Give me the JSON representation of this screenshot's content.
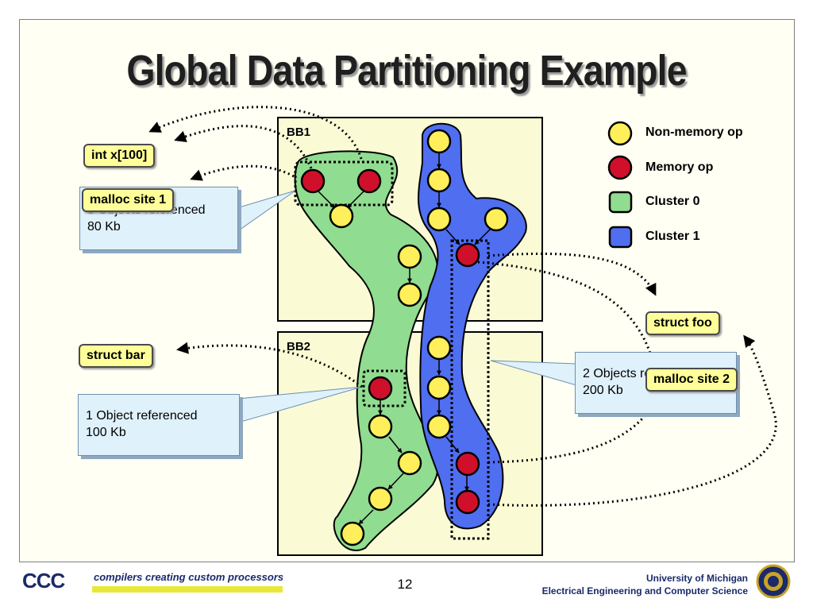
{
  "title": "Global Data Partitioning Example",
  "blocks": {
    "bb1": "BB1",
    "bb2": "BB2"
  },
  "tags": {
    "int_x": "int x[100]",
    "malloc_site_1": "malloc site 1",
    "struct_bar": "struct bar",
    "struct_foo": "struct foo",
    "malloc_site_2": "malloc site 2"
  },
  "notes": {
    "note1": [
      "3 Objects referenced",
      "80 Kb"
    ],
    "note2": [
      "1 Object referenced",
      "100 Kb"
    ],
    "note3": [
      "2 Objects referenced",
      "200 Kb"
    ]
  },
  "legend": [
    {
      "label": "Non-memory op",
      "color": "#ffef5a"
    },
    {
      "label": "Memory op",
      "color": "#d0102a"
    },
    {
      "label": "Cluster 0",
      "color": "#90dc90"
    },
    {
      "label": "Cluster 1",
      "color": "#4f6ef0"
    }
  ],
  "colors": {
    "cluster0": "#90dc90",
    "cluster1": "#4f6ef0",
    "non_memory": "#ffef5a",
    "memory": "#d0102a",
    "block_bg": "#fafbd5"
  },
  "footer": {
    "logo": "CCC",
    "tagline": "compilers creating custom processors",
    "page_number": "12",
    "university": "University of Michigan",
    "department": "Electrical Engineering and Computer Science"
  }
}
